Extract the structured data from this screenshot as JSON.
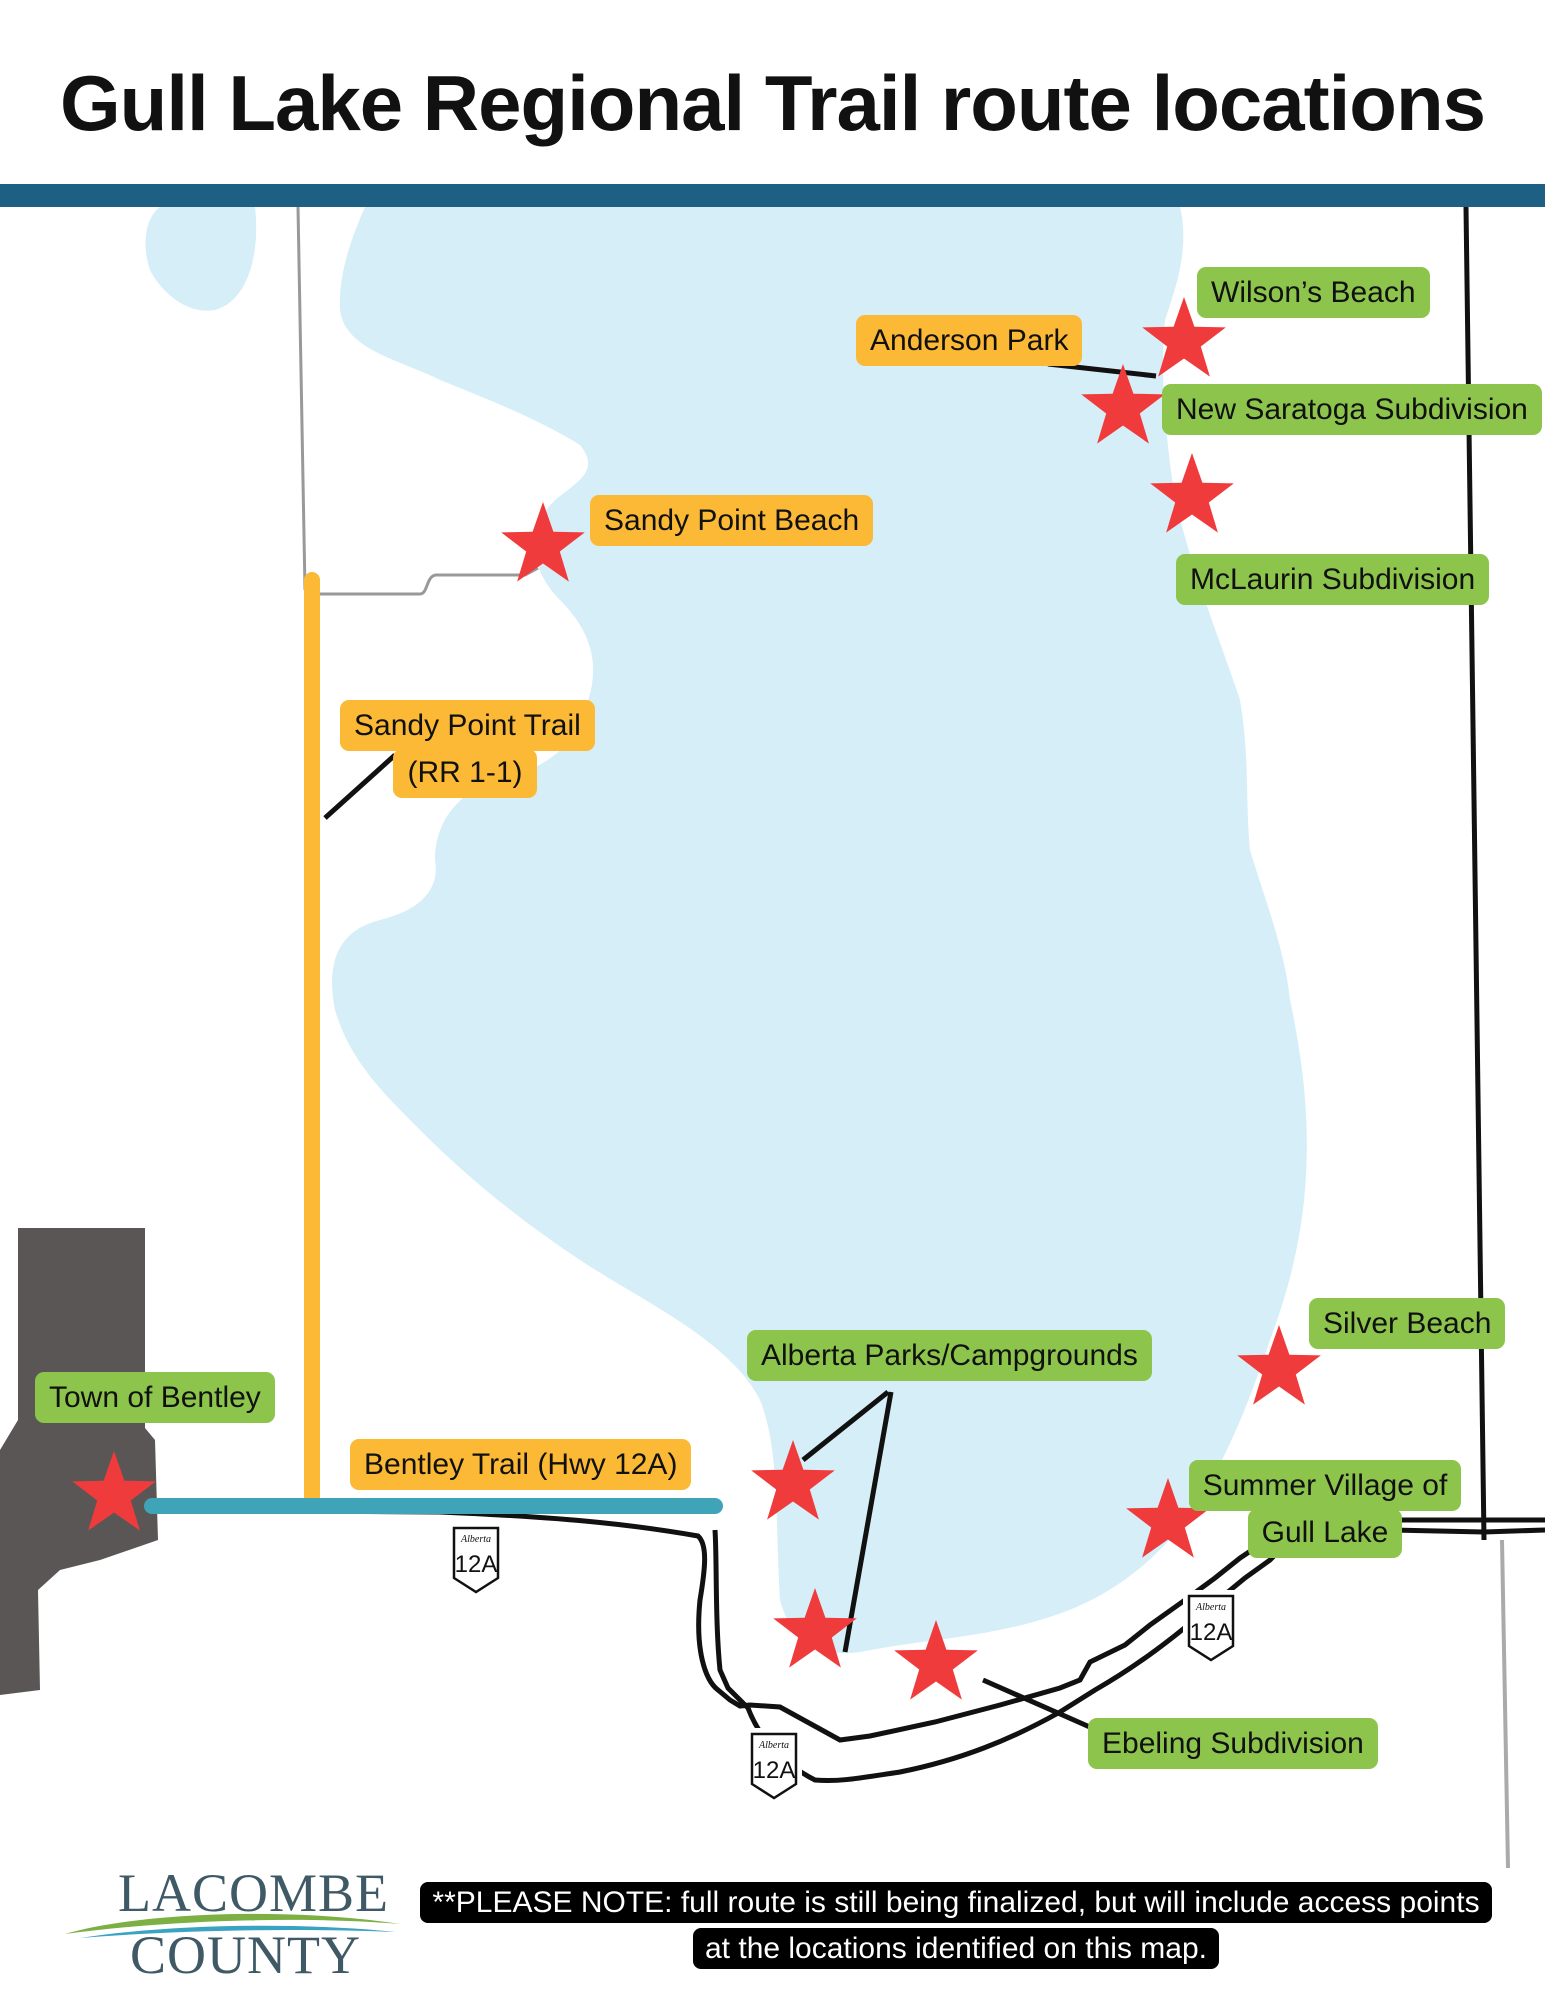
{
  "title": "Gull Lake Regional Trail route locations",
  "colors": {
    "lake": "#d6eef8",
    "header_bar": "#1e5f84",
    "green_label": "#8cc44c",
    "orange_label": "#fbb936",
    "star": "#ef3b3b",
    "orange_trail": "#fbb936",
    "teal_trail": "#3fa4b8",
    "town": "#5b5656"
  },
  "labels": {
    "wilsons_beach": "Wilson’s Beach",
    "anderson_park": "Anderson Park",
    "new_saratoga": "New Saratoga Subdivision",
    "sandy_point_beach": "Sandy Point Beach",
    "mclaurin": "McLaurin Subdivision",
    "sandy_point_trail_1": "Sandy Point Trail",
    "sandy_point_trail_2": "(RR 1-1)",
    "silver_beach": "Silver Beach",
    "alberta_parks": "Alberta Parks/Campgrounds",
    "town_of_bentley": "Town of Bentley",
    "bentley_trail": "Bentley Trail (Hwy 12A)",
    "summer_village_1": "Summer Village of",
    "summer_village_2": "Gull Lake",
    "ebeling": "Ebeling Subdivision"
  },
  "highway_shield": {
    "province": "Alberta",
    "number": "12A"
  },
  "note": {
    "line1": "**PLEASE NOTE: full route is still being finalized, but will include access points",
    "line2": "at the locations identified on this map."
  },
  "logo": {
    "line1": "LACOMBE",
    "line2": "COUNTY"
  }
}
